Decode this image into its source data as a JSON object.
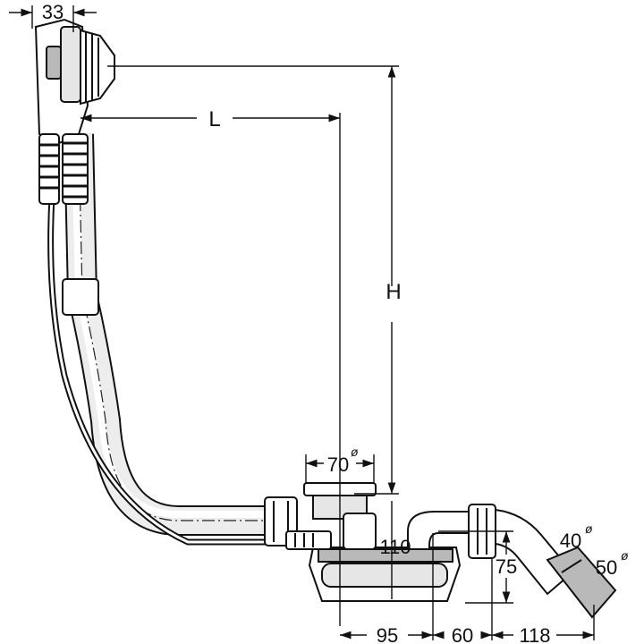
{
  "dimensions": {
    "overflow_width": "33",
    "length": "L",
    "height": "H",
    "drain_diameter": "70",
    "diameter_symbol": "ø",
    "trap_height": "110",
    "outlet_height": "75",
    "outlet_diameter_inner": "40",
    "outlet_diameter_outer": "50",
    "spacing_1": "95",
    "spacing_2": "60",
    "spacing_3": "118"
  }
}
